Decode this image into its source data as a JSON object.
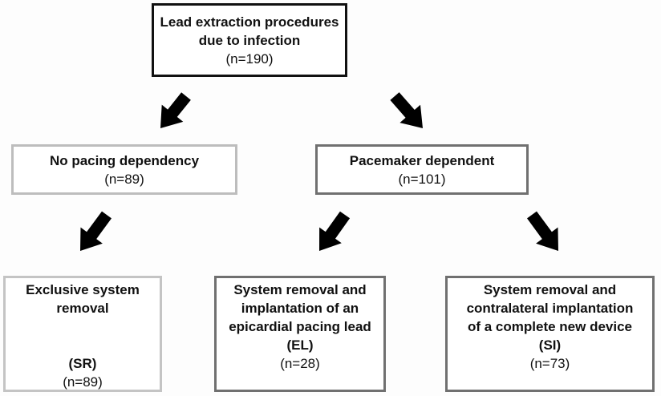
{
  "nodes": {
    "root": {
      "lines": [
        "Lead extraction procedures",
        "due to infection"
      ],
      "count": "(n=190)"
    },
    "no_pacing": {
      "lines": [
        "No pacing dependency"
      ],
      "count": "(n=89)"
    },
    "pacemaker": {
      "lines": [
        "Pacemaker dependent"
      ],
      "count": "(n=101)"
    },
    "sr": {
      "lines": [
        "Exclusive system",
        "removal"
      ],
      "abbr": "(SR)",
      "count": "(n=89)"
    },
    "el": {
      "lines": [
        "System removal and",
        "implantation of an",
        "epicardial pacing lead"
      ],
      "abbr": "(EL)",
      "count": "(n=28)"
    },
    "si": {
      "lines": [
        "System removal and",
        "contralateral implantation",
        "of a complete new device"
      ],
      "abbr": "(SI)",
      "count": "(n=73)"
    }
  },
  "edges": [
    {
      "from": "root",
      "to": "no_pacing"
    },
    {
      "from": "root",
      "to": "pacemaker"
    },
    {
      "from": "no_pacing",
      "to": "sr"
    },
    {
      "from": "pacemaker",
      "to": "el"
    },
    {
      "from": "pacemaker",
      "to": "si"
    }
  ],
  "colors": {
    "arrow": "#000000",
    "text": "#111111"
  }
}
